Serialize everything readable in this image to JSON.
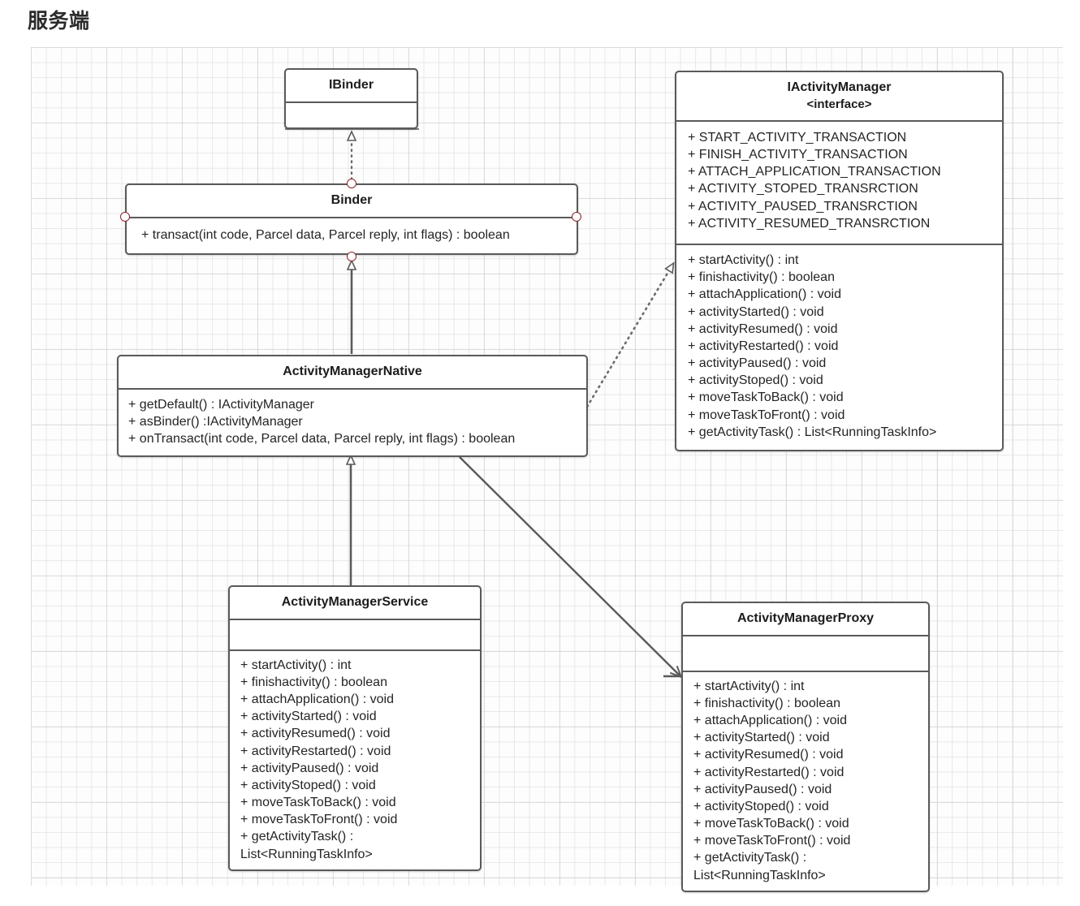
{
  "page": {
    "title": "服务端",
    "diagram_type": "uml-class-diagram"
  },
  "colors": {
    "box_border": "#5a5a5a",
    "text": "#242424",
    "handle": "#8b2430",
    "connector": "#5a5a5a",
    "grid_minor": "#d7d7d7",
    "grid_major": "#bababa",
    "canvas_bg": "#fdfdfd"
  },
  "classes": {
    "ibinder": {
      "name": "IBinder",
      "stereotype": "",
      "attributes": [],
      "methods": []
    },
    "binder": {
      "name": "Binder",
      "stereotype": "",
      "attributes": [],
      "methods": [
        "+ transact(int code, Parcel data, Parcel reply, int flags) : boolean"
      ]
    },
    "activity_manager_native": {
      "name": "ActivityManagerNative",
      "stereotype": "",
      "attributes": [],
      "methods": [
        "+ getDefault() : IActivityManager",
        "+ asBinder() :IActivityManager",
        "+ onTransact(int code, Parcel data, Parcel reply, int flags) : boolean"
      ]
    },
    "iactivity_manager": {
      "name": "IActivityManager",
      "stereotype": "<interface>",
      "attributes": [
        "+ START_ACTIVITY_TRANSACTION",
        "+ FINISH_ACTIVITY_TRANSACTION",
        "+ ATTACH_APPLICATION_TRANSACTION",
        "+ ACTIVITY_STOPED_TRANSRCTION",
        "+ ACTIVITY_PAUSED_TRANSRCTION",
        "+ ACTIVITY_RESUMED_TRANSRCTION"
      ],
      "methods": [
        "+ startActivity() : int",
        "+ finishactivity() : boolean",
        "+ attachApplication() : void",
        "+ activityStarted() : void",
        "+ activityResumed() : void",
        "+ activityRestarted() : void",
        "+ activityPaused() : void",
        "+ activityStoped() : void",
        "+ moveTaskToBack() : void",
        "+ moveTaskToFront() : void",
        "+ getActivityTask() : List<RunningTaskInfo>"
      ]
    },
    "activity_manager_service": {
      "name": "ActivityManagerService",
      "stereotype": "",
      "attributes": [],
      "methods": [
        "+ startActivity() : int",
        "+ finishactivity() : boolean",
        "+ attachApplication() : void",
        "+ activityStarted() : void",
        "+ activityResumed() : void",
        "+ activityRestarted() : void",
        "+ activityPaused() : void",
        "+ activityStoped() : void",
        "+ moveTaskToBack() : void",
        "+ moveTaskToFront() : void",
        "+ getActivityTask() :",
        "List<RunningTaskInfo>"
      ]
    },
    "activity_manager_proxy": {
      "name": "ActivityManagerProxy",
      "stereotype": "",
      "attributes": [],
      "methods": [
        "+ startActivity() : int",
        "+ finishactivity() : boolean",
        "+ attachApplication() : void",
        "+ activityStarted() : void",
        "+ activityResumed() : void",
        "+ activityRestarted() : void",
        "+ activityPaused() : void",
        "+ activityStoped() : void",
        "+ moveTaskToBack() : void",
        "+ moveTaskToFront() : void",
        "+ getActivityTask() :",
        "List<RunningTaskInfo>"
      ]
    }
  },
  "relationships": [
    {
      "id": "binder-implements-ibinder",
      "from": "Binder",
      "to": "IBinder",
      "type": "realization"
    },
    {
      "id": "amn-extends-binder",
      "from": "ActivityManagerNative",
      "to": "Binder",
      "type": "generalization"
    },
    {
      "id": "amn-implements-iam",
      "from": "ActivityManagerNative",
      "to": "IActivityManager",
      "type": "realization"
    },
    {
      "id": "ams-extends-amn",
      "from": "ActivityManagerService",
      "to": "ActivityManagerNative",
      "type": "generalization"
    },
    {
      "id": "amn-association-amp",
      "from": "ActivityManagerNative",
      "to": "ActivityManagerProxy",
      "type": "association"
    }
  ]
}
